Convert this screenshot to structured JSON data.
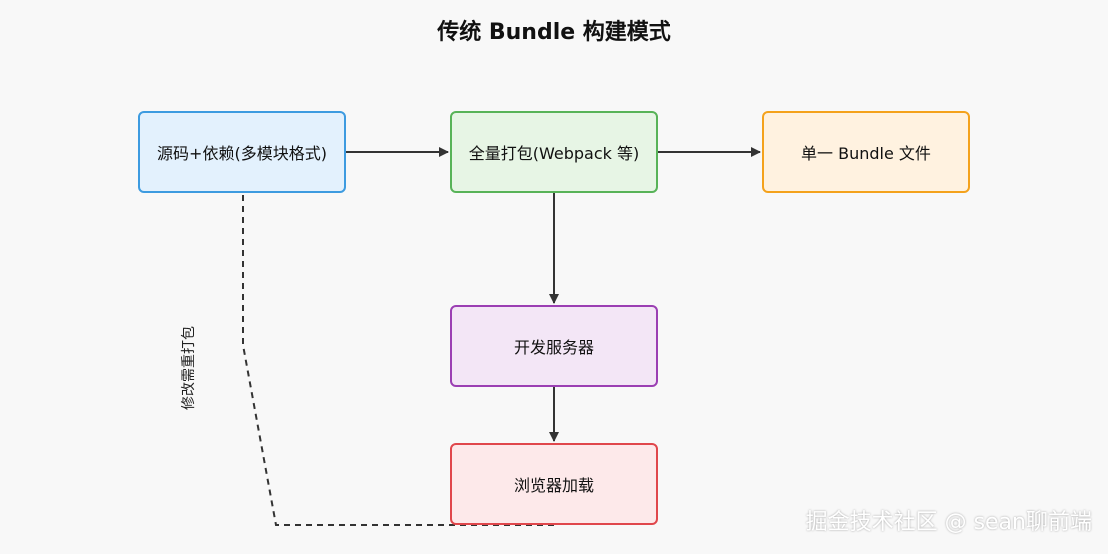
{
  "title": "传统 Bundle 构建模式",
  "nodes": {
    "source": "源码+依赖(多模块格式)",
    "bundle": "全量打包(Webpack 等)",
    "output": "单一 Bundle 文件",
    "devserver": "开发服务器",
    "browser": "浏览器加载"
  },
  "edges": {
    "rebuild_label": "修改需重打包"
  },
  "colors": {
    "source_fill": "#e3f1fd",
    "source_border": "#3d9be0",
    "bundle_fill": "#e7f5e5",
    "bundle_border": "#58b358",
    "output_fill": "#fff2e0",
    "output_border": "#f4a21c",
    "devserver_fill": "#f3e6f6",
    "devserver_border": "#9b3fb3",
    "browser_fill": "#fde9ea",
    "browser_border": "#e0474c"
  },
  "watermark": "掘金技术社区 @ sean聊前端"
}
